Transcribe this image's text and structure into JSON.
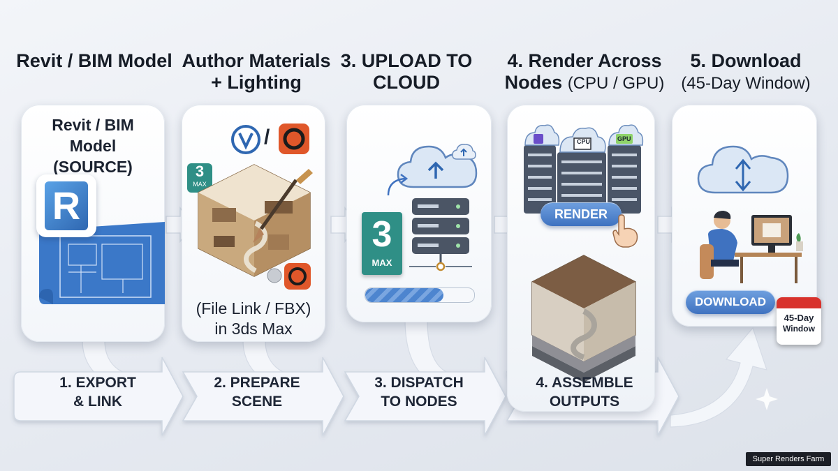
{
  "titles": {
    "col1": "Revit / BIM Model",
    "col2": "Author Materials + Lighting",
    "col3": "3. UPLOAD TO CLOUD",
    "col4_main": "4. Render Across Nodes",
    "col4_sub": "(CPU / GPU)",
    "col5_main": "5. Download",
    "col5_sub": "(45-Day Window)"
  },
  "cards": {
    "source_line1": "Revit / BIM",
    "source_line2": "Model",
    "source_line3": "(SOURCE)",
    "revit_letter": "R",
    "max_small_3": "3",
    "max_small_label": "MAX",
    "slash": "/",
    "file_link_line1": "(File Link / FBX)",
    "file_link_line2": "in 3ds Max",
    "max_big_3": "3",
    "max_big_label": "MAX",
    "cpu_label": "CPU",
    "gpu_label": "GPU",
    "render_button": "RENDER",
    "download_button": "DOWNLOAD",
    "calendar_line1": "45-Day",
    "calendar_line2": "Window"
  },
  "steps": [
    {
      "line1": "1. EXPORT",
      "line2": "& LINK"
    },
    {
      "line1": "2. PREPARE",
      "line2": "SCENE"
    },
    {
      "line1": "3. DISPATCH",
      "line2": "TO NODES"
    },
    {
      "line1": "4. ASSEMBLE",
      "line2": "OUTPUTS"
    }
  ],
  "progress": 0.72,
  "footer": "Super Renders Farm",
  "colors": {
    "accent_blue": "#3f72c0",
    "revit_blue": "#2f67b1",
    "max_teal": "#2f8f86",
    "corona_orange": "#e0572a",
    "calendar_red": "#d8322c"
  }
}
